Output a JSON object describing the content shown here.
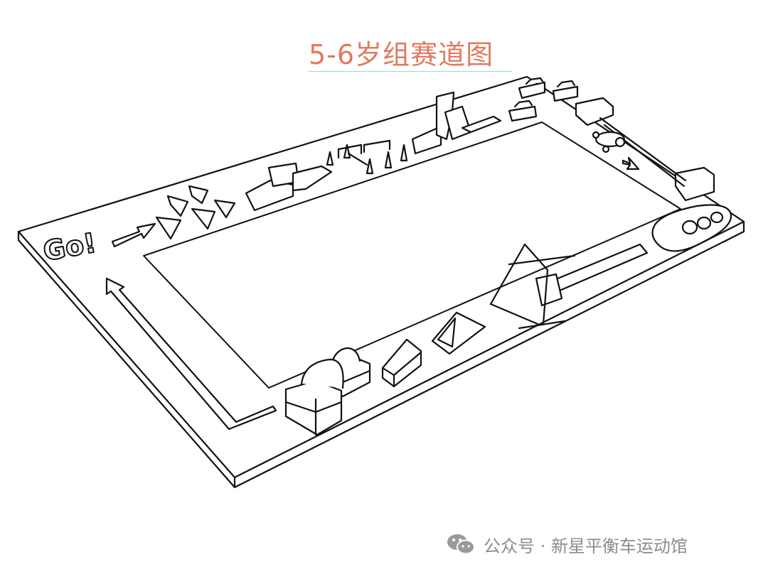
{
  "title": "5-6岁组赛道图",
  "start_label": "Go!",
  "watermark": {
    "icon": "wechat-icon",
    "text": "公众号 · 新星平衡车运动馆"
  },
  "colors": {
    "title": "#e07a5f",
    "title_rule": "#9fd3df",
    "line": "#111111",
    "watermark": "#8c8c8c"
  }
}
